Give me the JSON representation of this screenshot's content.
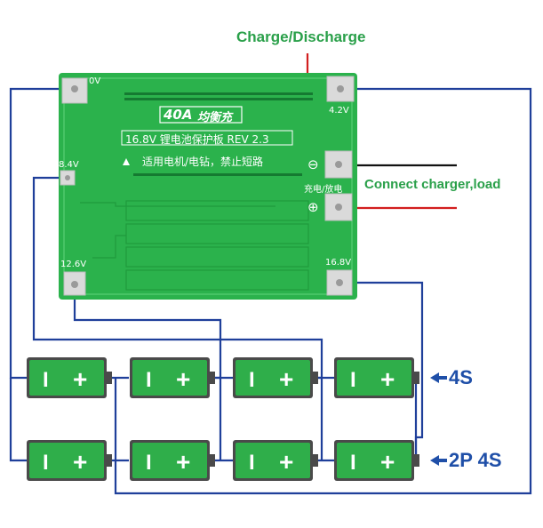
{
  "title": "Charge/Discharge",
  "connect_label": "Connect charger,load",
  "board": {
    "rating": "40A",
    "brand": "均衡充",
    "model_line": "16.8V 锂电池保护板 REV 2.3",
    "warning_line": "适用电机/电钻，禁止短路",
    "port_label": "充电/放电",
    "minus_symbol": "⊖",
    "plus_symbol": "⊕",
    "pads": {
      "p0": "0V",
      "p42": "4.2V",
      "p84": "8.4V",
      "p126": "12.6V",
      "p168": "16.8V"
    }
  },
  "rows": {
    "top_label": "4S",
    "bottom_label": "2P 4S",
    "arrow": "←"
  },
  "cell": {
    "minus": "I",
    "plus": "+"
  },
  "colors": {
    "wire": "#1f3f9a",
    "title": "#2aa04a",
    "board": "#2bb24c",
    "cell_body": "#2fae4a",
    "charge_wire": "#d21f1f",
    "black_wire": "#111111"
  }
}
